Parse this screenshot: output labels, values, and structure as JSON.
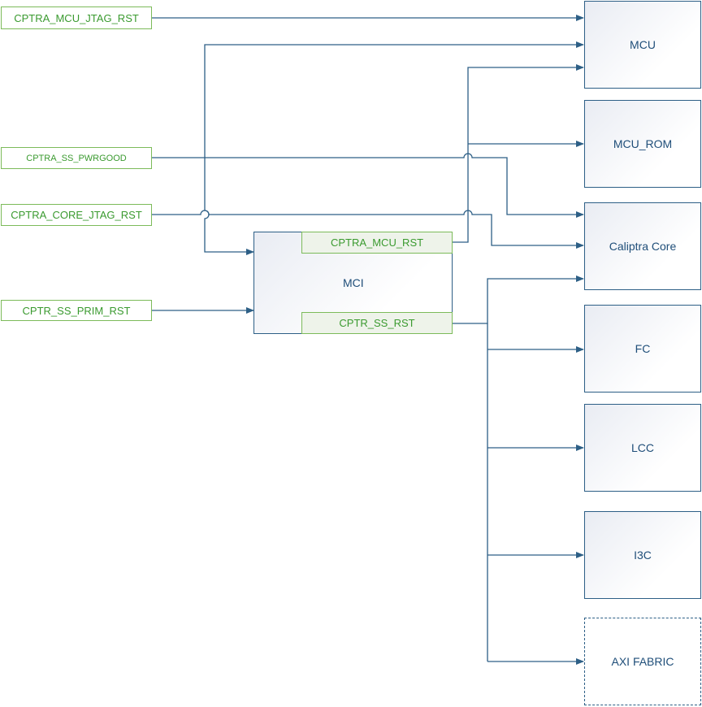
{
  "inputs": {
    "mcu_jtag_rst": "CPTRA_MCU_JTAG_RST",
    "ss_pwrgood": "CPTRA_SS_PWRGOOD",
    "core_jtag_rst": "CPTRA_CORE_JTAG_RST",
    "ss_prim_rst": "CPTR_SS_PRIM_RST"
  },
  "mci": {
    "label": "MCI",
    "port_mcu_rst": "CPTRA_MCU_RST",
    "port_ss_rst": "CPTR_SS_RST"
  },
  "blocks": {
    "mcu": "MCU",
    "mcu_rom": "MCU_ROM",
    "caliptra_core": "Caliptra Core",
    "fc": "FC",
    "lcc": "LCC",
    "i3c": "I3C",
    "axi_fabric": "AXI FABRIC"
  },
  "colors": {
    "wire": "#2d5f86",
    "signal_border": "#7cbb5a",
    "signal_text": "#3a9a2f",
    "block_text": "#1f4e79"
  }
}
